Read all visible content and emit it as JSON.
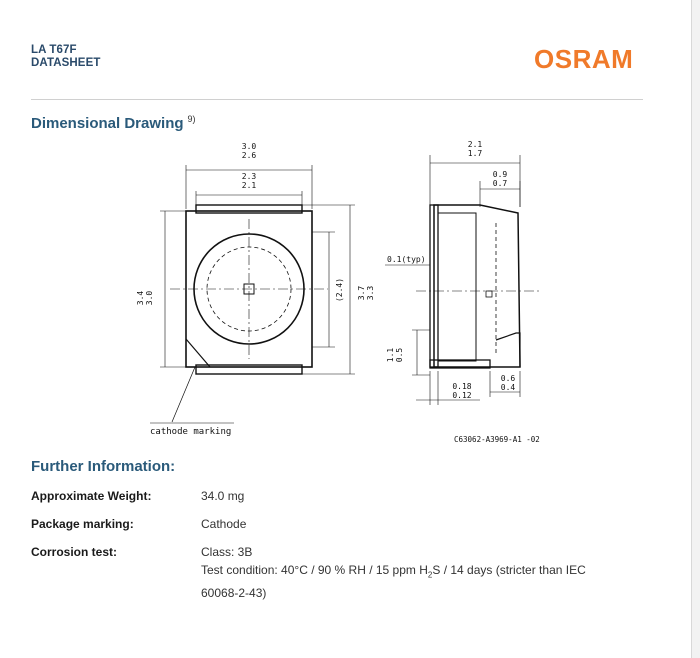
{
  "header": {
    "product": "LA T67F",
    "doc_type": "DATASHEET",
    "brand": "OSRAM",
    "brand_color": "#f07a2a"
  },
  "section_drawing": {
    "title": "Dimensional Drawing",
    "footnote": "9)"
  },
  "drawing": {
    "front": {
      "width_outer": [
        "3.0",
        "2.6"
      ],
      "width_inner": [
        "2.3",
        "2.1"
      ],
      "height_outer": [
        "3.4",
        "3.0"
      ],
      "height_ref": "(2.4)",
      "height_total": [
        "3.7",
        "3.3"
      ],
      "cathode_label": "cathode marking"
    },
    "side": {
      "depth_outer": [
        "2.1",
        "1.7"
      ],
      "lead_width": [
        "0.9",
        "0.7"
      ],
      "gap": "0.1(typ)",
      "lead_height": [
        "1.1",
        "0.5"
      ],
      "lead_thickness": [
        "0.18",
        "0.12"
      ],
      "lead_ext": [
        "0.6",
        "0.4"
      ]
    },
    "ref_code": "C63062-A3969-A1 -02"
  },
  "section_info": {
    "title": "Further Information:",
    "items": [
      {
        "label": "Approximate Weight:",
        "value": "34.0 mg"
      },
      {
        "label": "Package marking:",
        "value": "Cathode"
      },
      {
        "label": "Corrosion test:",
        "value": "Class: 3B",
        "value2_pre": "Test condition: 40°C / 90 % RH / 15 ppm H",
        "value2_sub": "2",
        "value2_post": "S / 14 days (stricter than IEC",
        "value3": "60068-2-43)"
      }
    ]
  }
}
